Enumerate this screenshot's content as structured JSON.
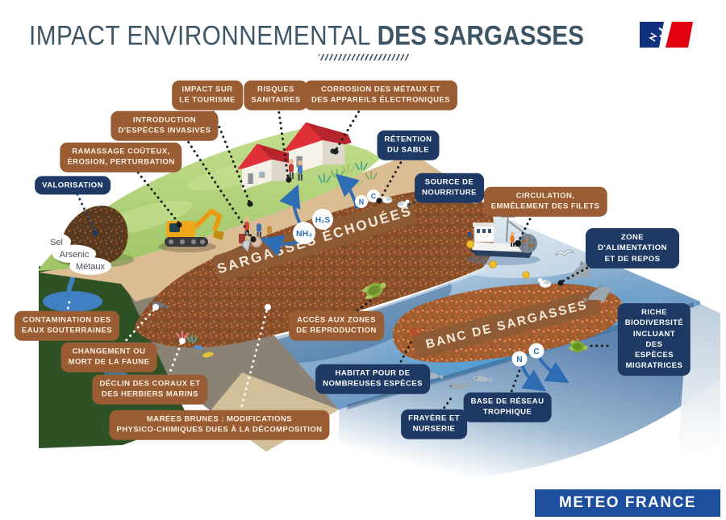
{
  "header": {
    "title_regular": "IMPACT ENVIRONNEMENTAL",
    "title_bold": "DES SARGASSES"
  },
  "footer": {
    "brand": "METEO FRANCE"
  },
  "scene": {
    "banner_beached": "SARGASSES ÉCHOUÉES",
    "banner_floating": "BANC DE SARGASSES",
    "chem_nh3": "NH₃",
    "chem_h2s": "H₂S",
    "chem_n": "N",
    "chem_c": "C",
    "bubble_sel": "Sel",
    "bubble_arsenic": "Arsenic",
    "bubble_metaux": "Métaux"
  },
  "callouts": {
    "impacts": [
      {
        "id": "impact-tourisme",
        "text": "IMPACT SUR\nLE TOURISME"
      },
      {
        "id": "risques-sanitaires",
        "text": "RISQUES\nSANITAIRES"
      },
      {
        "id": "corrosion",
        "text": "CORROSION DES MÉTAUX ET\nDES APPAREILS ÉLECTRONIQUES"
      },
      {
        "id": "introduction-especes",
        "text": "INTRODUCTION\nD'ESPÈCES INVASIVES"
      },
      {
        "id": "ramassage",
        "text": "RAMASSAGE COÛTEUX,\nÉROSION, PERTURBATION"
      },
      {
        "id": "circulation-filets",
        "text": "CIRCULATION,\nEMMÊLEMENT DES FILETS"
      },
      {
        "id": "contamination",
        "text": "CONTAMINATION DES\nEAUX SOUTERRAINES"
      },
      {
        "id": "changement-faune",
        "text": "CHANGEMENT OU\nMORT DE LA FAUNE"
      },
      {
        "id": "declin-coraux",
        "text": "DÉCLIN DES CORAUX ET\nDES HERBIERS MARINS"
      },
      {
        "id": "marees-brunes",
        "text": "MARÉES BRUNES : MODIFICATIONS\nPHYSICO-CHIMIQUES DUES À LA DÉCOMPOSITION"
      },
      {
        "id": "acces-reproduction",
        "text": "ACCÈS AUX ZONES\nDE REPRODUCTION"
      }
    ],
    "benefits": [
      {
        "id": "valorisation",
        "text": "VALORISATION"
      },
      {
        "id": "retention-sable",
        "text": "RÉTENTION\nDU SABLE"
      },
      {
        "id": "source-nourriture",
        "text": "SOURCE DE\nNOURRITURE"
      },
      {
        "id": "zone-alimentation",
        "text": "ZONE D'ALIMENTATION\nET DE REPOS"
      },
      {
        "id": "riche-biodiversite",
        "text": "RICHE BIODIVERSITÉ\nINCLUANT DES\nESPÈCES MIGRATRICES"
      },
      {
        "id": "habitat-especes",
        "text": "HABITAT POUR DE\nNOMBREUSES ESPÈCES"
      },
      {
        "id": "base-reseau",
        "text": "BASE DE RÉSEAU\nTROPHIQUE"
      },
      {
        "id": "frayere-nurserie",
        "text": "FRAYÈRE ET\nNURSERIE"
      }
    ]
  },
  "colors": {
    "impact_bg": "#9a5c32",
    "benefit_bg": "#1e3a64",
    "arrow_blue": "#2e6db4",
    "footer_bg": "#1e4f9e",
    "title": "#3d5564",
    "flag_blue": "#11317e",
    "flag_red": "#e1000f"
  }
}
